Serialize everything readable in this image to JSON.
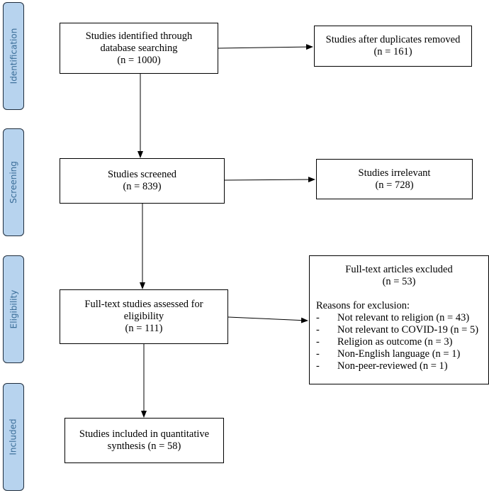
{
  "stages": {
    "identification": "Identification",
    "screening": "Screening",
    "eligibility": "Eligibility",
    "included": "Included"
  },
  "boxes": {
    "identified": {
      "line1": "Studies identified through",
      "line2": "database searching",
      "line3": "(n = 1000)"
    },
    "duplicates": {
      "line1": "Studies after duplicates removed",
      "line2": "(n = 161)"
    },
    "screened": {
      "line1": "Studies screened",
      "line2": "(n = 839)"
    },
    "irrelevant": {
      "line1": "Studies irrelevant",
      "line2": "(n = 728)"
    },
    "fulltext": {
      "line1": "Full-text studies assessed for",
      "line2": "eligibility",
      "line3": "(n = 111)"
    },
    "excluded": {
      "line1": "Full-text articles excluded",
      "line2": "(n = 53)",
      "reasons_title": "Reasons for exclusion:",
      "reasons": [
        {
          "dash": "-",
          "text": "Not relevant to religion (n = 43)"
        },
        {
          "dash": "-",
          "text": "Not relevant to COVID-19 (n = 5)"
        },
        {
          "dash": "-",
          "text": "Religion as outcome (n = 3)"
        },
        {
          "dash": "-",
          "text": "Non-English language (n = 1)"
        },
        {
          "dash": "-",
          "text": "Non-peer-reviewed (n = 1)"
        }
      ]
    },
    "included": {
      "line1": "Studies included in quantitative",
      "line2": "synthesis (n = 58)"
    }
  }
}
